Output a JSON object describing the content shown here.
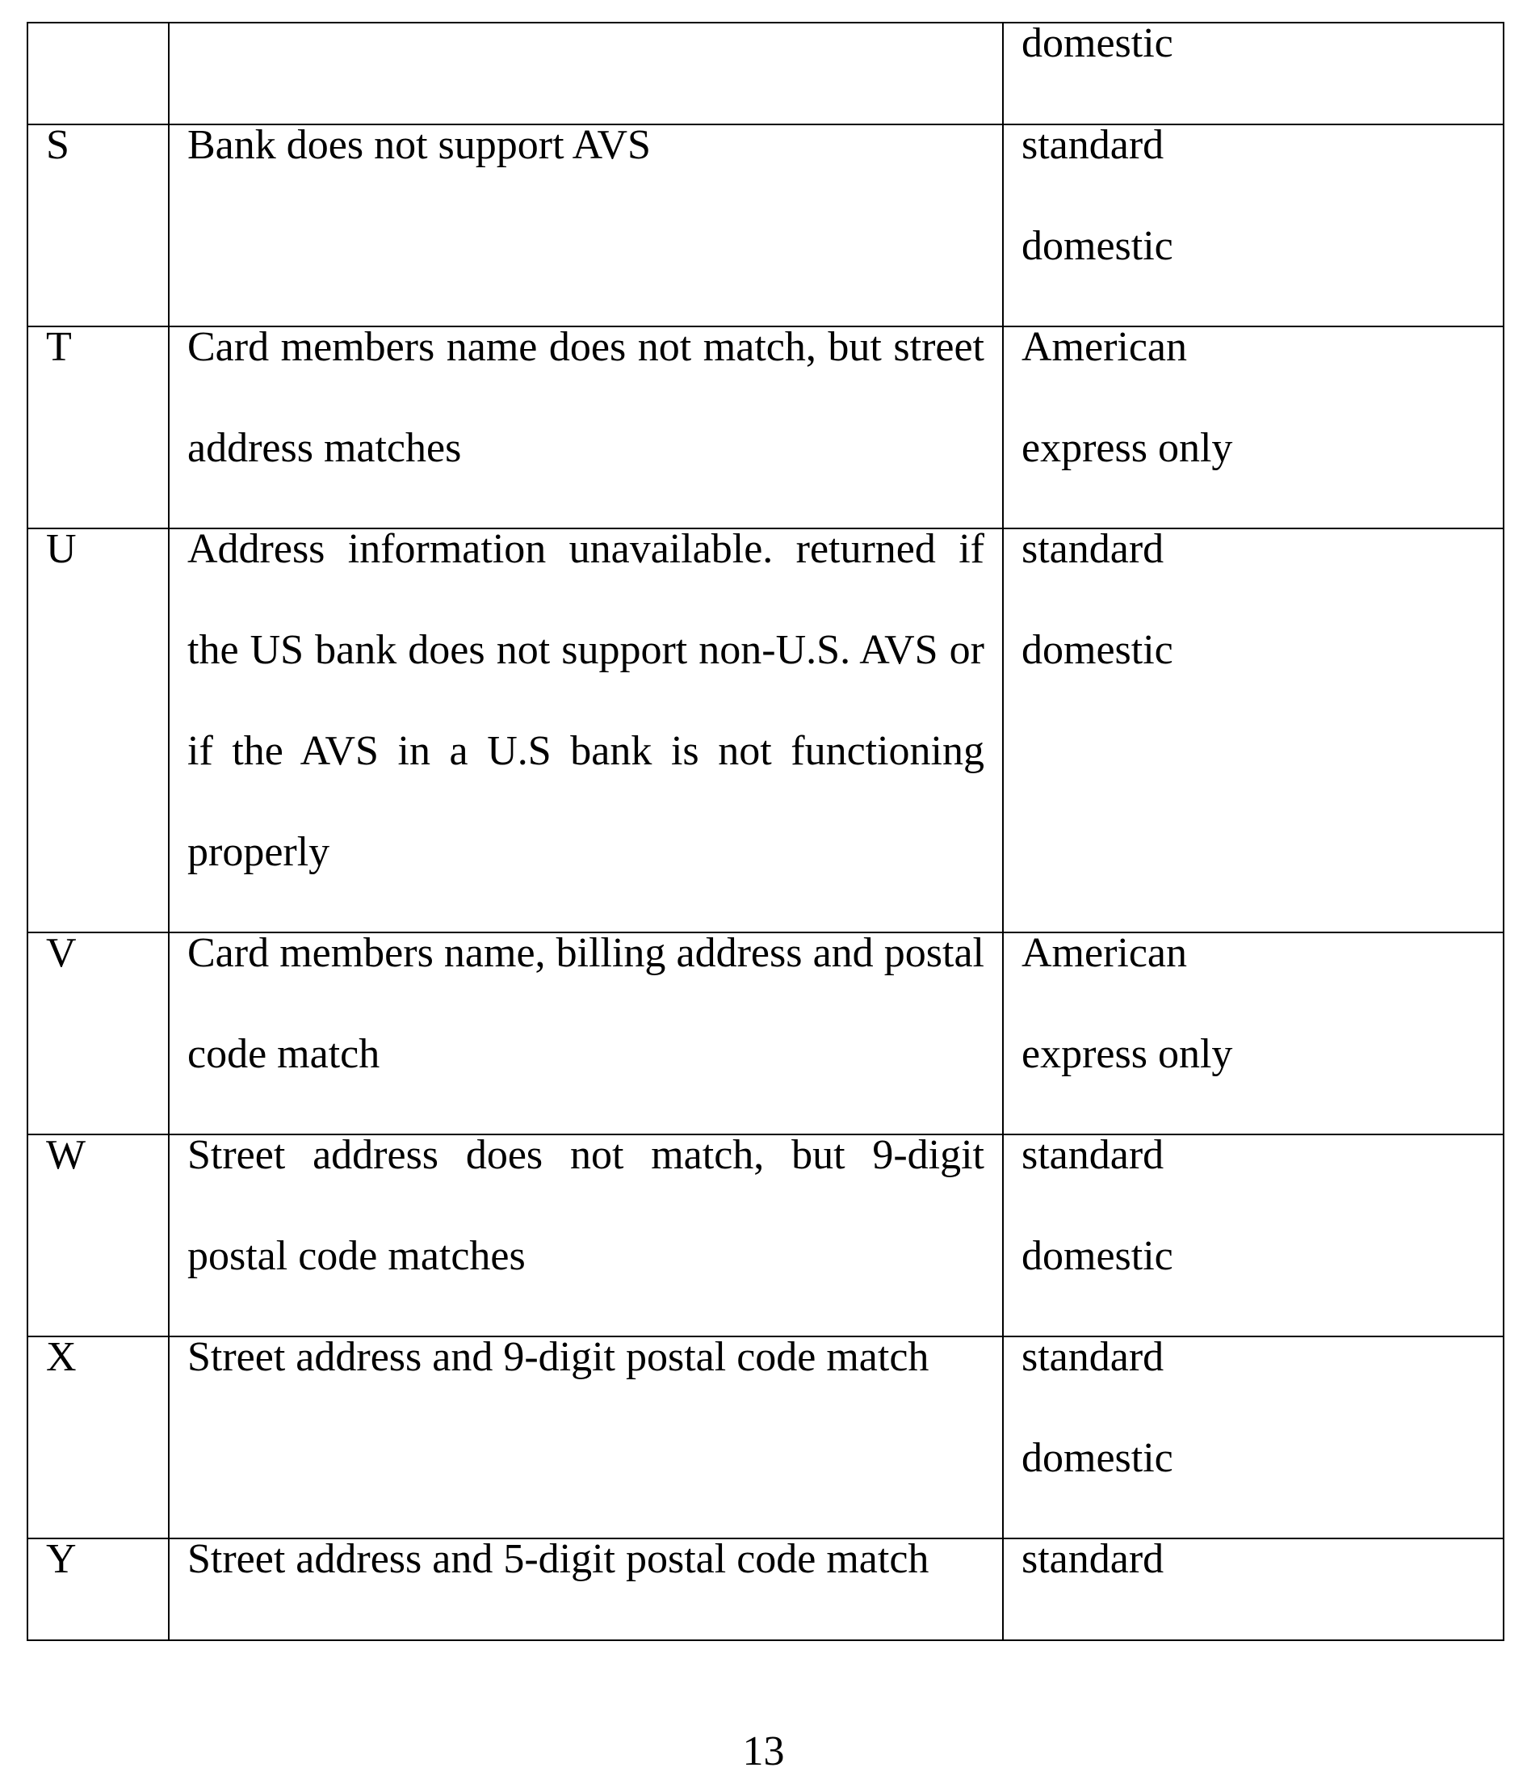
{
  "table": {
    "rows": [
      {
        "code": "",
        "description": "",
        "type_lines": [
          "domestic"
        ]
      },
      {
        "code": "S",
        "description": "Bank does not support AVS",
        "type_lines": [
          "standard",
          "domestic"
        ]
      },
      {
        "code": "T",
        "description": "Card members name does not match, but street address matches",
        "type_lines": [
          "American",
          "express only"
        ]
      },
      {
        "code": "U",
        "description": "Address information unavailable. returned if the US bank does not support non-U.S. AVS or if the AVS in a U.S bank is not functioning properly",
        "type_lines": [
          "standard",
          "domestic"
        ]
      },
      {
        "code": "V",
        "description": "Card members name, billing address and postal code match",
        "type_lines": [
          "American",
          "express only"
        ]
      },
      {
        "code": "W",
        "description": "Street address does not match, but 9-digit postal code matches",
        "type_lines": [
          "standard",
          "domestic"
        ]
      },
      {
        "code": "X",
        "description": "Street address and 9-digit postal code match",
        "type_lines": [
          "standard",
          "domestic"
        ]
      },
      {
        "code": "Y",
        "description": "Street address and 5-digit postal code match",
        "type_lines": [
          "standard"
        ]
      }
    ]
  },
  "page_number": "13"
}
